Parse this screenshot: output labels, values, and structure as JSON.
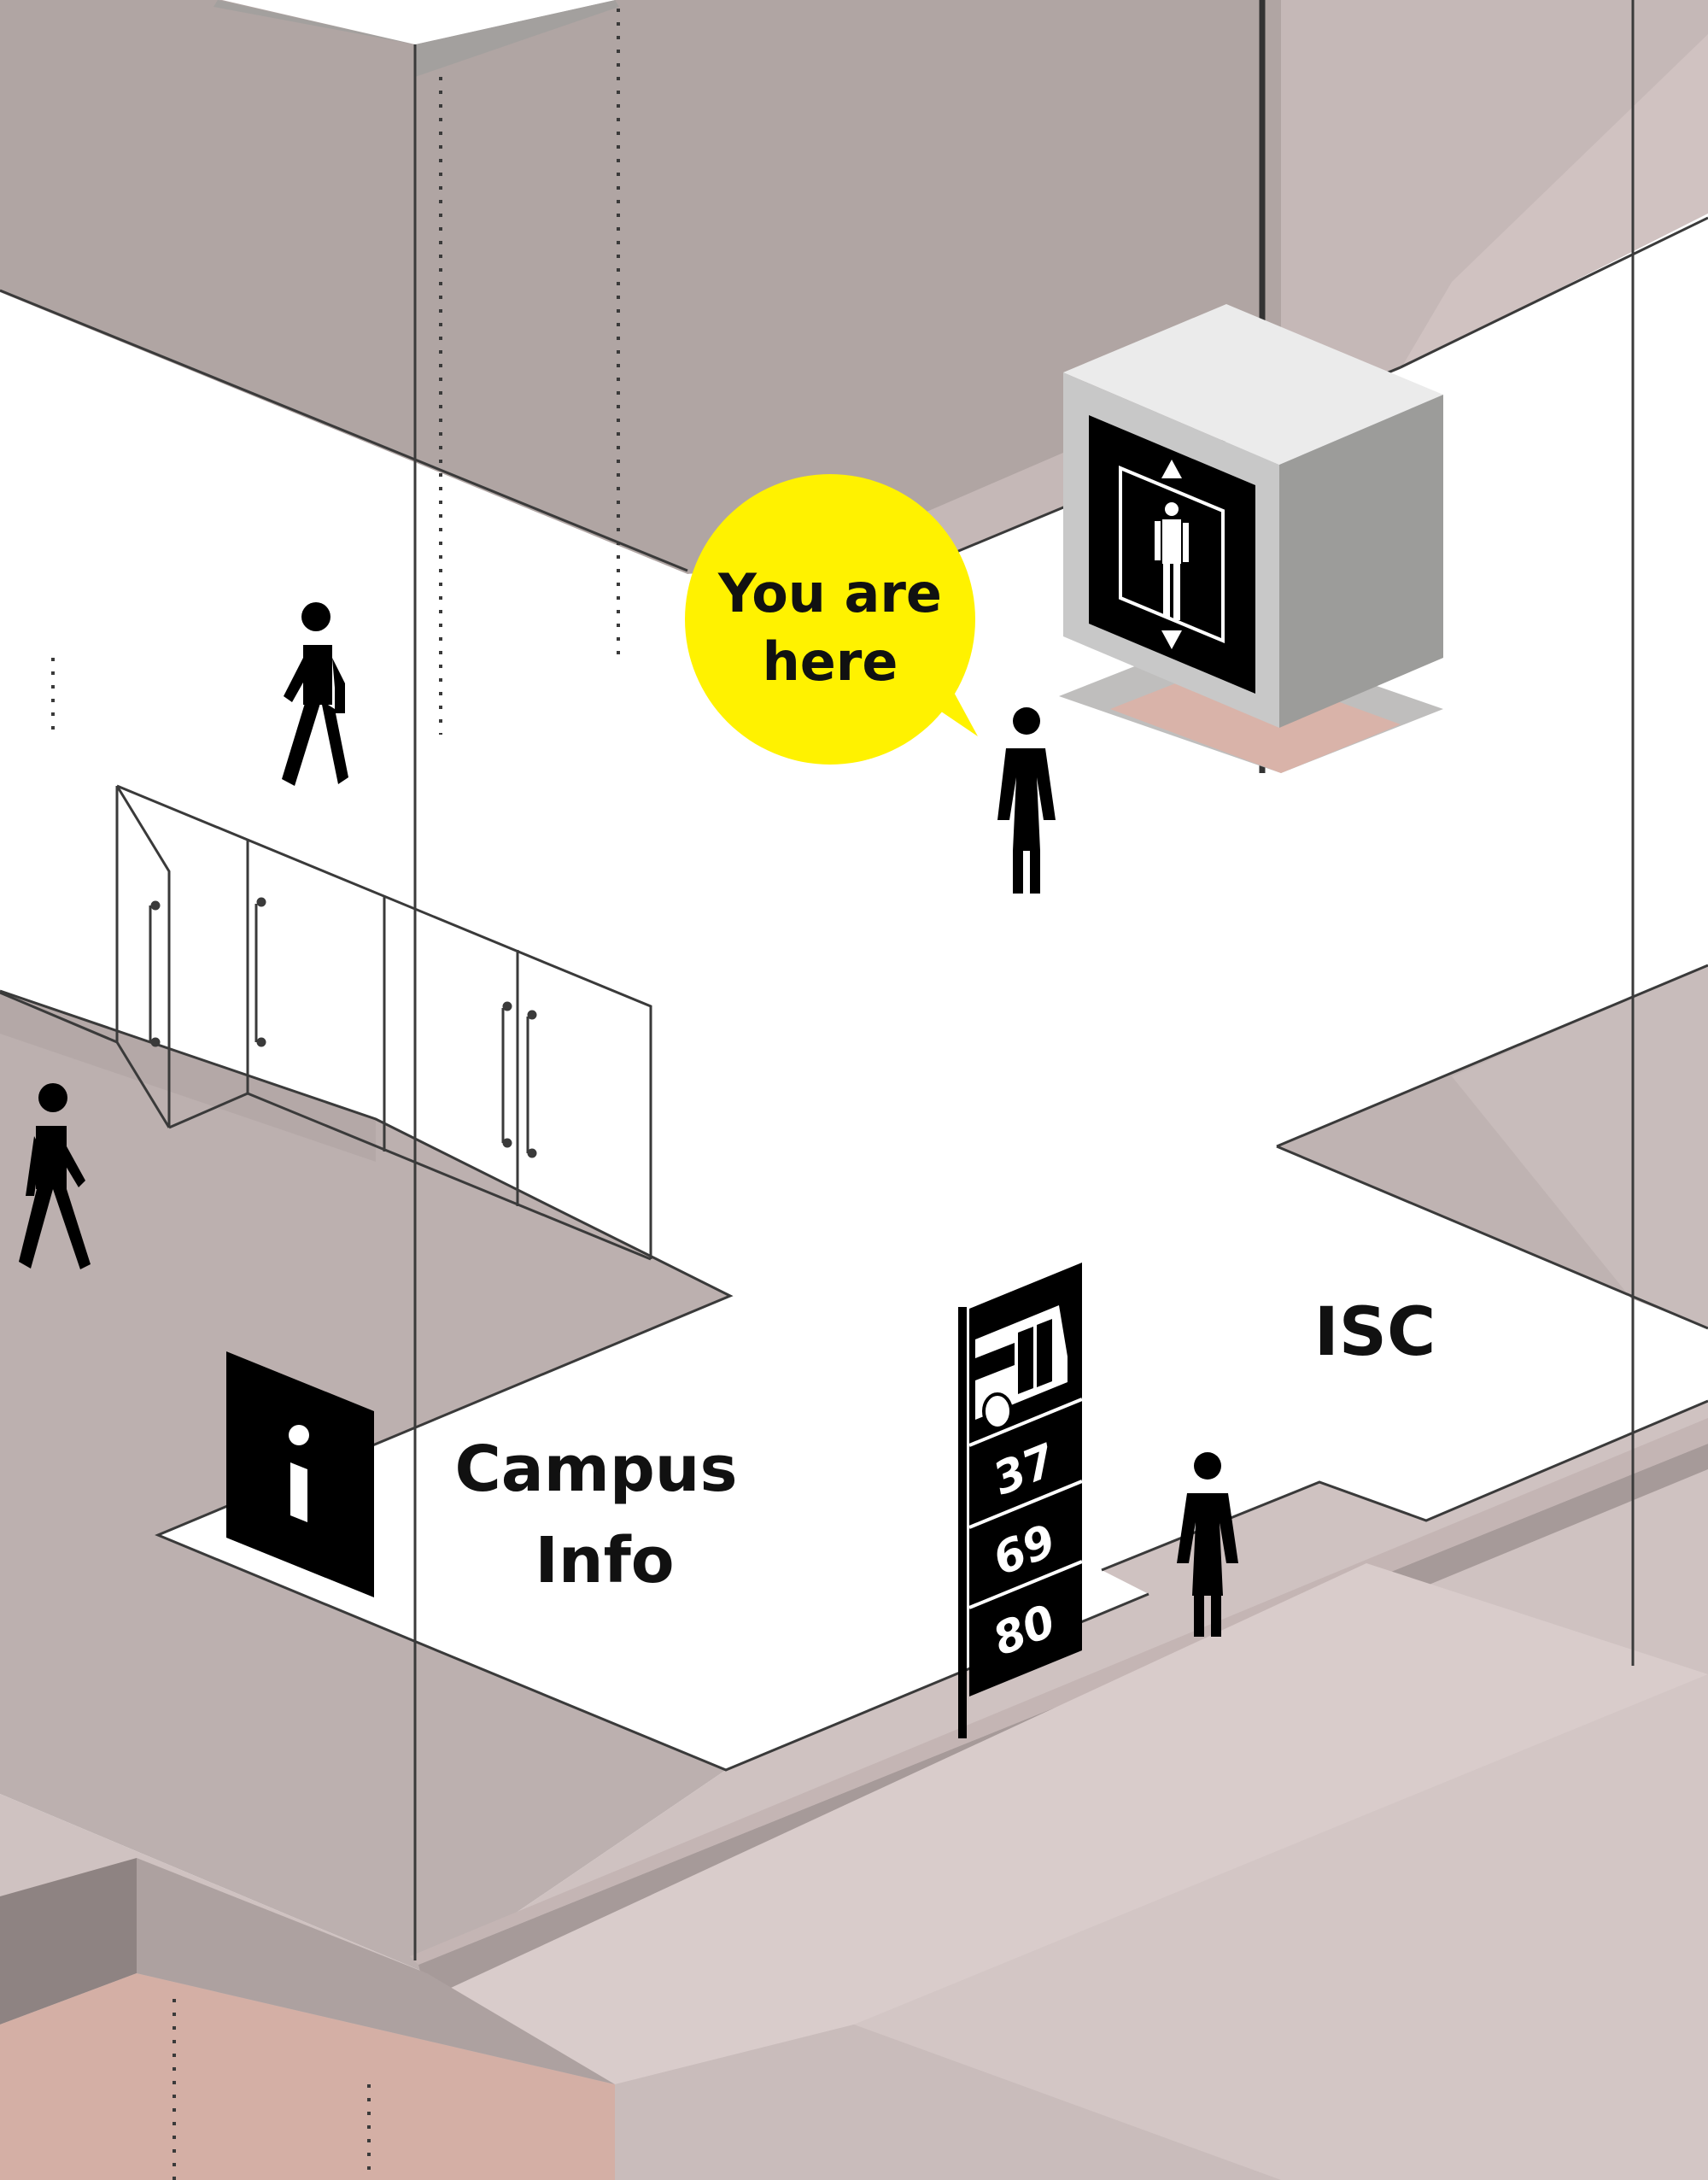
{
  "you_are_here": {
    "line1": "You are",
    "line2": "here"
  },
  "campus_info": {
    "line1": "Campus",
    "line2": "Info"
  },
  "isc": {
    "label": "ISC"
  },
  "bus_stop": {
    "routes": [
      "37",
      "69",
      "80"
    ]
  },
  "icons": {
    "info": "information-icon",
    "elevator": "elevator-icon",
    "bus": "bus-icon",
    "walking": "walking-person-icon",
    "woman": "woman-icon"
  },
  "colors": {
    "highlight": "#FFF200",
    "floor": "#FFFFFF",
    "wall_mauve": "#B0A5A3",
    "wall_pink": "#D0C2C1",
    "dark_sign": "#000000",
    "floor_salmon": "#D8B2A6"
  }
}
